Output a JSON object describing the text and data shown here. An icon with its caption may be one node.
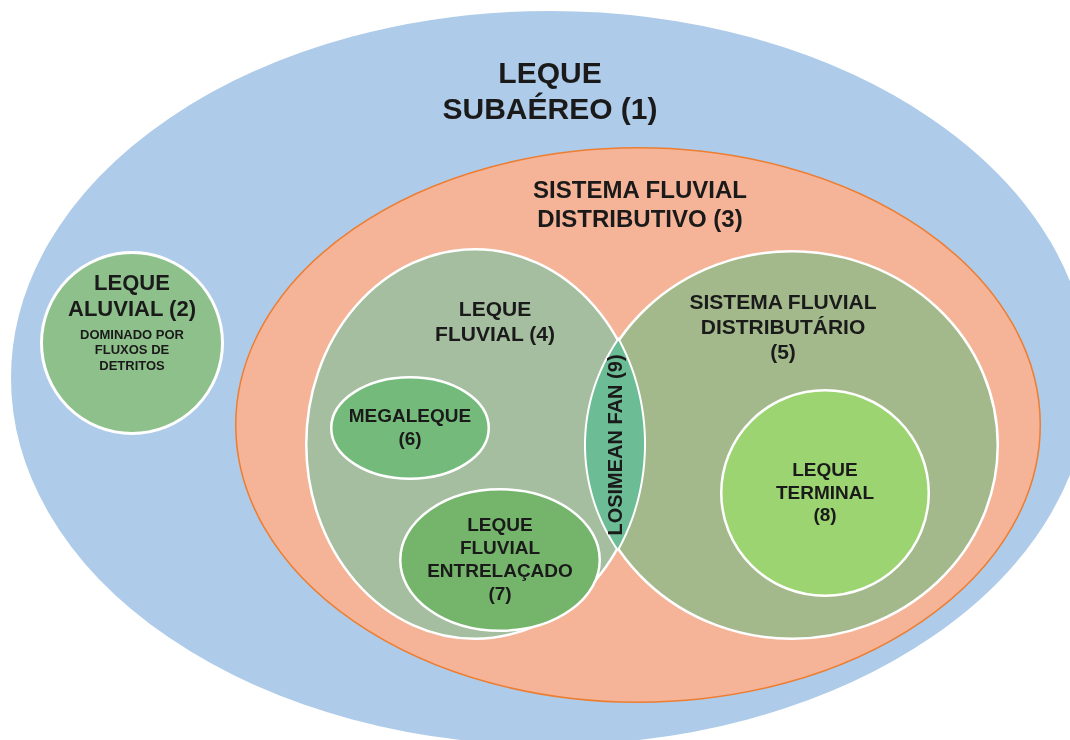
{
  "diagram": {
    "nodes": [
      {
        "text": [
          "LEQUE SUBAÉREO (1)"
        ]
      },
      {
        "text": [
          "LEQUE ALUVIAL (2)",
          "DOMINADO POR FLUXOS DE DETRITOS"
        ],
        "in": 0
      },
      {
        "text": [
          "SISTEMA FLUVIAL DISTRIBUTIVO (3)"
        ],
        "in": 0
      },
      {
        "text": [
          "LEQUE FLUVIAL (4)"
        ],
        "in": 2
      },
      {
        "text": [
          "SISTEMA FLUVIAL DISTRIBUTÁRIO (5)"
        ],
        "in": 2
      },
      {
        "text": [
          "LOSIMEAN FAN (9)"
        ]
      },
      {
        "text": [
          "MEGALEQUE (6)"
        ],
        "in": 3
      },
      {
        "text": [
          "LEQUE FLUVIAL ENTRELAÇADO (7)"
        ],
        "in": 3
      },
      {
        "text": [
          "LEQUE TERMINAL (8)"
        ],
        "in": 4
      }
    ]
  }
}
